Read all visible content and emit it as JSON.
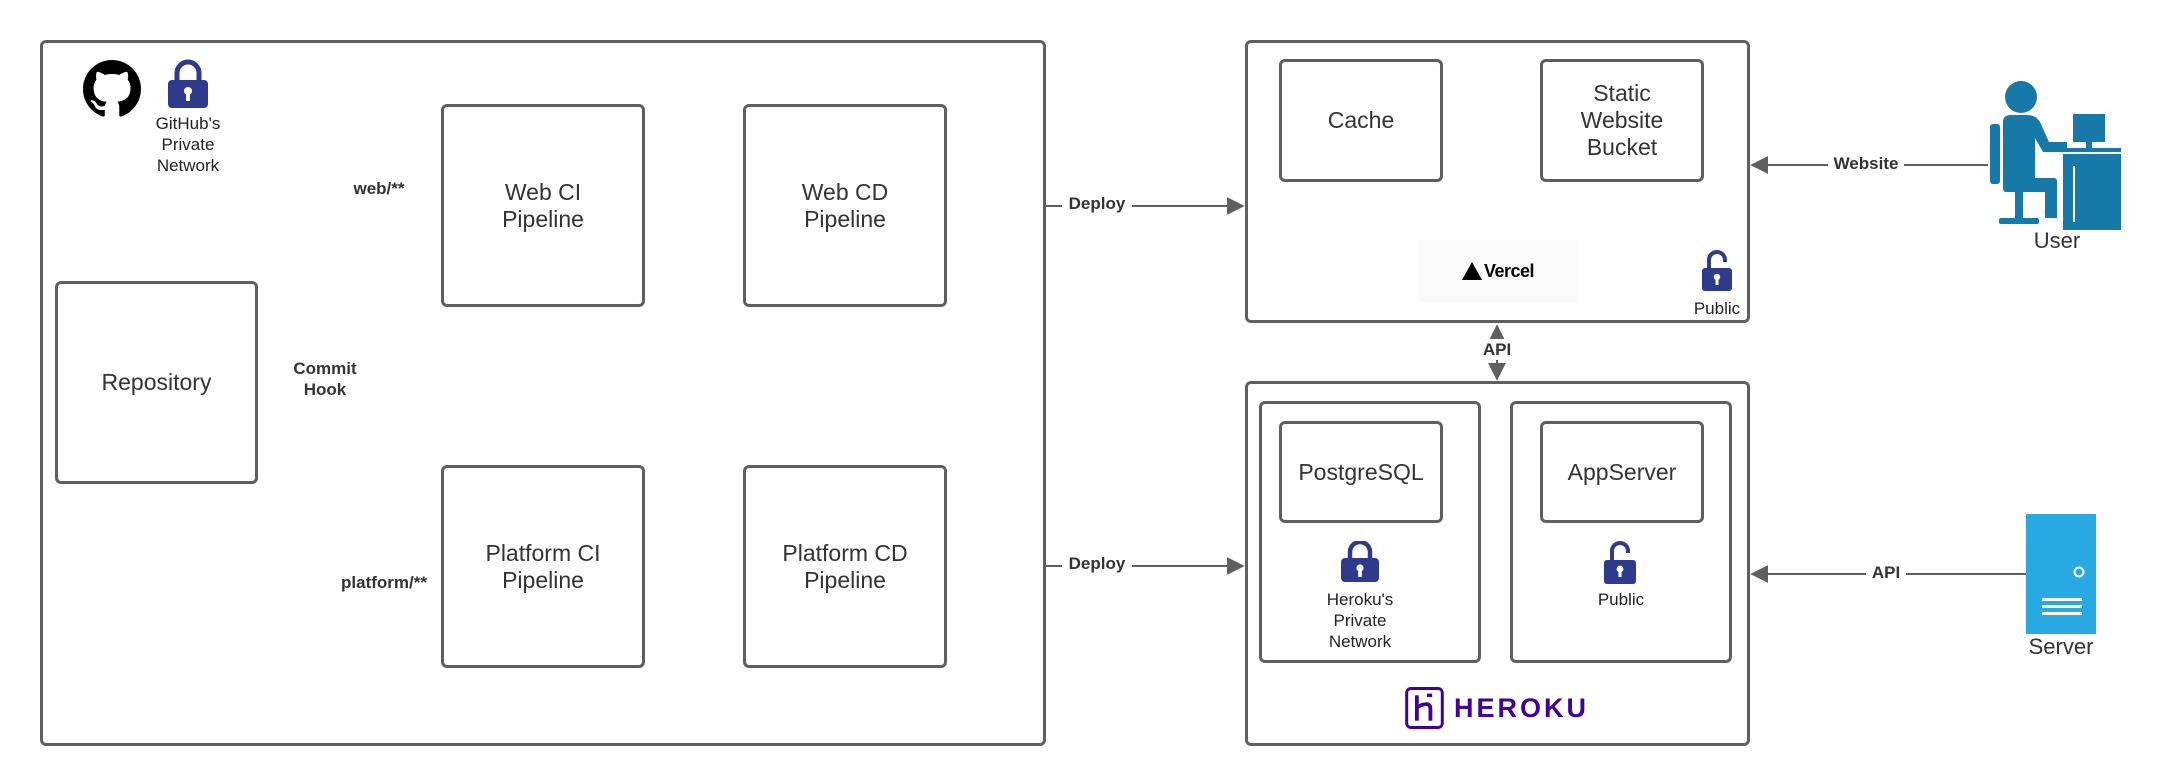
{
  "colors": {
    "border": "#5f5f5f",
    "lock": "#2e3a8c",
    "user": "#1679a8",
    "server": "#29a9e1",
    "heroku": "#430098",
    "github": "#000000"
  },
  "github_network": {
    "icon": "github-icon",
    "lock_icon": "lock-closed-icon",
    "caption": "GitHub's\nPrivate\nNetwork",
    "nodes": {
      "repository": "Repository",
      "web_ci": "Web CI\nPipeline",
      "web_cd": "Web CD\nPipeline",
      "platform_ci": "Platform CI\nPipeline",
      "platform_cd": "Platform CD\nPipeline"
    },
    "edge_labels": {
      "commit_hook": "Commit\nHook",
      "web_branch": "web/**",
      "platform_branch": "platform/**"
    }
  },
  "vercel": {
    "nodes": {
      "cache": "Cache",
      "static_bucket": "Static\nWebsite\nBucket"
    },
    "logo_text": "Vercel",
    "lock_icon": "lock-open-icon",
    "access": "Public"
  },
  "heroku": {
    "nodes": {
      "postgres": "PostgreSQL",
      "appserver": "AppServer"
    },
    "postgres_lock_icon": "lock-closed-icon",
    "postgres_access": "Heroku's\nPrivate\nNetwork",
    "appserver_lock_icon": "lock-open-icon",
    "appserver_access": "Public",
    "logo_text": "HEROKU"
  },
  "edges": {
    "deploy_web": "Deploy",
    "deploy_platform": "Deploy",
    "api_vercel_heroku": "API",
    "website": "Website",
    "api_server": "API"
  },
  "actors": {
    "user": {
      "icon": "user-at-desk-icon",
      "label": "User"
    },
    "server": {
      "icon": "server-icon",
      "label": "Server"
    }
  }
}
